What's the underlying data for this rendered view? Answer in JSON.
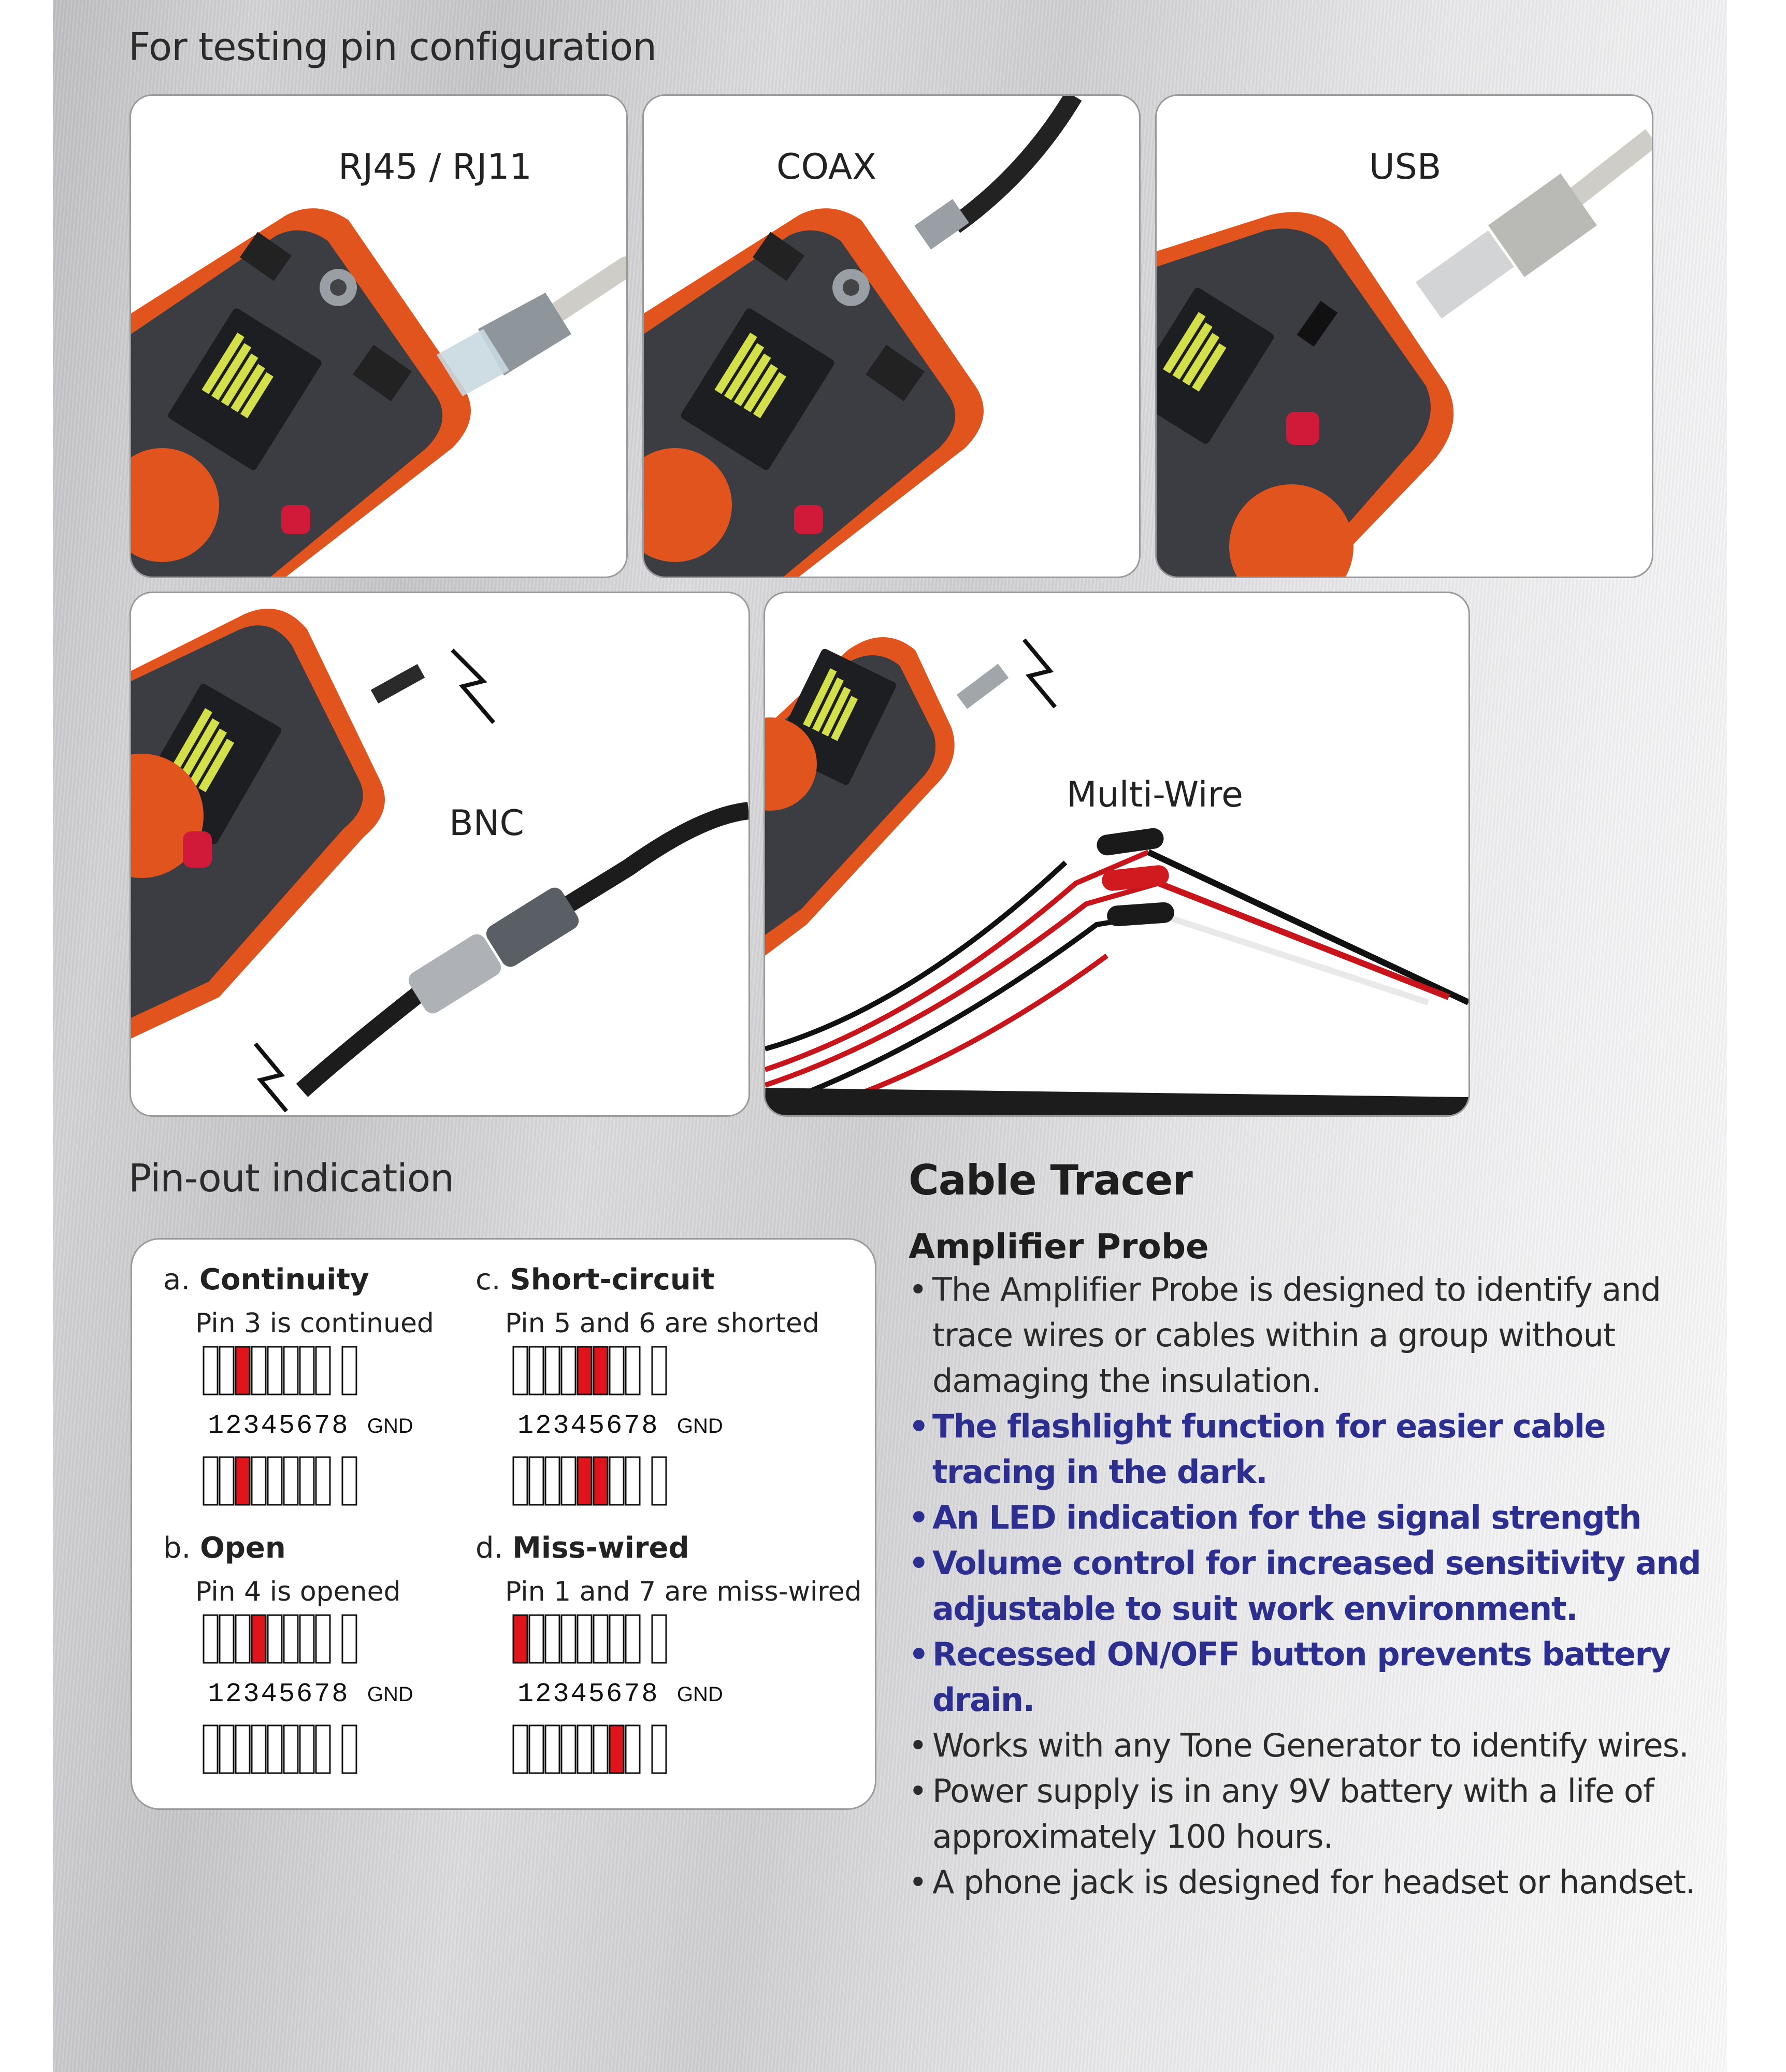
{
  "sections": {
    "pin_config_title": "For testing pin configuration",
    "pinout_title": "Pin-out indication"
  },
  "panels": {
    "rj45": "RJ45 / RJ11",
    "coax": "COAX",
    "usb": "USB",
    "bnc": "BNC",
    "multiwire": "Multi-Wire"
  },
  "pinout": {
    "gnd_label": "GND",
    "numbers": "12345678",
    "items": [
      {
        "letter": "a.",
        "name": "Continuity",
        "desc": "Pin 3 is continued",
        "top_red": [
          3
        ],
        "bottom_red": [
          3
        ]
      },
      {
        "letter": "c.",
        "name": "Short-circuit",
        "desc": "Pin 5 and 6 are shorted",
        "top_red": [
          5,
          6
        ],
        "bottom_red": [
          5,
          6
        ]
      },
      {
        "letter": "b.",
        "name": "Open",
        "desc": "Pin 4 is opened",
        "top_red": [
          4
        ],
        "bottom_red": []
      },
      {
        "letter": "d.",
        "name": "Miss-wired",
        "desc": "Pin 1 and 7 are miss-wired",
        "top_red": [
          1
        ],
        "bottom_red": [
          7
        ]
      }
    ]
  },
  "cable_tracer": {
    "title": "Cable Tracer",
    "subtitle": "Amplifier Probe",
    "bullets": [
      "The Amplifier Probe is designed to identify and trace wires or cables within a group without damaging the insulation.",
      "The flashlight function for easier cable tracing in the dark.",
      "An LED indication for the signal strength",
      "Volume control for increased sensitivity and adjustable to suit work environment.",
      "Recessed ON/OFF button prevents battery drain.",
      "Works with any Tone Generator to identify wires.",
      "Power supply is in any 9V battery with a life of approximately 100 hours.",
      "A phone jack is designed for headset or handset."
    ],
    "highlight_color": "#2c2f8f"
  },
  "colors": {
    "pin_red": "#e0151b",
    "device_orange": "#e2541d",
    "device_body": "#3b3d42"
  }
}
